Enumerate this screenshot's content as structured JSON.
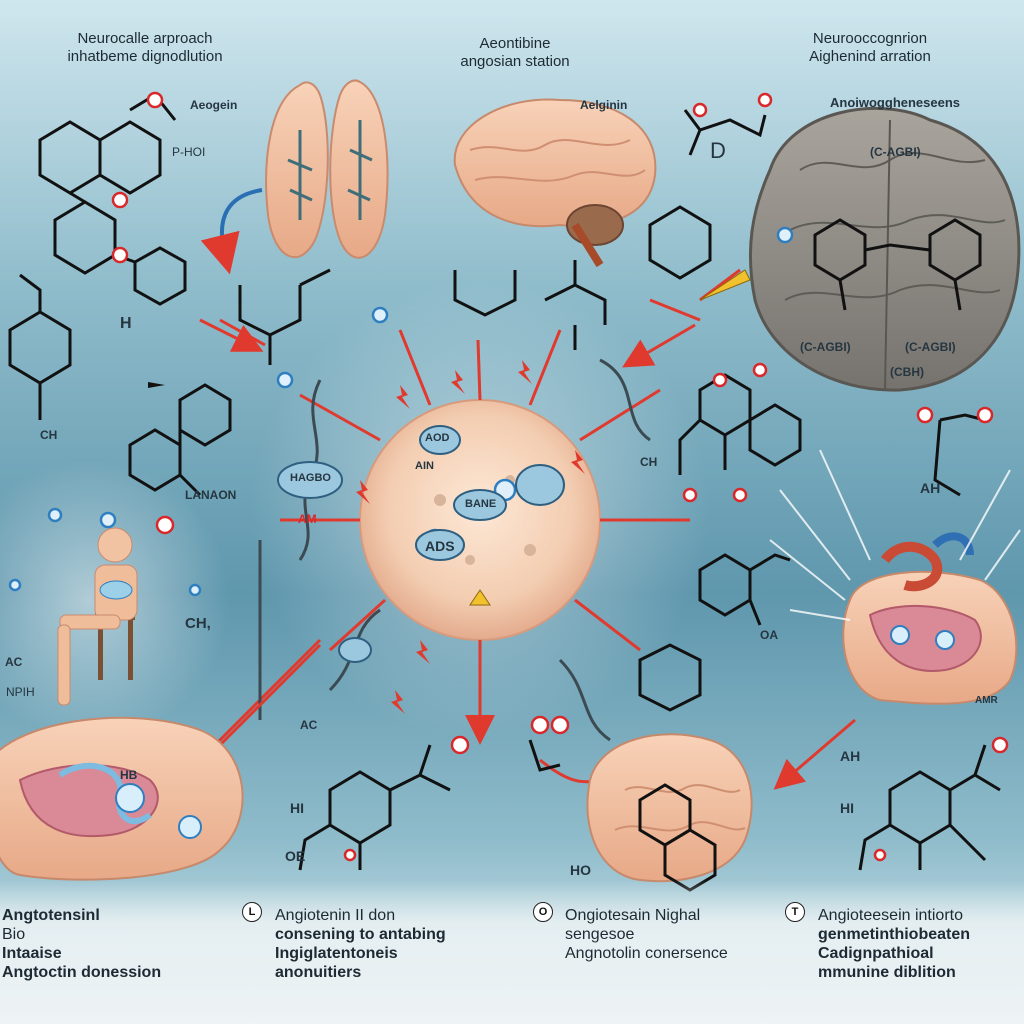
{
  "header": {
    "left_line1": "Neurocalle arproach",
    "left_line2": "inhatbeme dignodlution",
    "center_line1": "Aeontibine",
    "center_line2": "angosian station",
    "right_line1": "Neurooccognrion",
    "right_line2": "Aighenind arration"
  },
  "labels": {
    "aeogein": "Aeogein",
    "p_hol": "P-HOI",
    "aelginin": "Aelginin",
    "d_glyph": "D",
    "anglogennesesens": "Anoiwoggheneseens",
    "cabsi": "(C-AGBI)",
    "cabsi_low1": "(C-AGBI)",
    "cabsi_low2": "(C-AGBI)",
    "cbh_low": "(CBH)",
    "lanaen": "LANAON",
    "ch_left": "CH",
    "ch_center": "CH",
    "ch_lower": "CH,",
    "npih": "NPIH",
    "ac_left": "AC",
    "ac_lower": "AC",
    "amr": "AMR",
    "hb": "HB",
    "hi_left": "HI",
    "hi_right": "HI",
    "ho": "HO",
    "oe": "OE",
    "ah_right": "AH",
    "ai_right": "AH",
    "oa": "OA",
    "h_left": "H",
    "hao": "HAGBO",
    "am": "AM",
    "ane": "BANE",
    "ads": "ADS",
    "ain": "AIN",
    "aod": "AOD"
  },
  "captions": [
    {
      "marker": "",
      "lines": [
        "Angtotensinl",
        "Bio",
        "Intaaise",
        "Angtoctin donession"
      ]
    },
    {
      "marker": "L",
      "lines": [
        "Angiotenin II don",
        "consening to antabing",
        "Ingiglatentoneis",
        "anonuitiers"
      ]
    },
    {
      "marker": "O",
      "lines": [
        "Ongiotesain Nighal",
        "sengesoe",
        "Angnotolin conersence"
      ]
    },
    {
      "marker": "T",
      "lines": [
        "Angioteesein intiorto",
        "genmetinthiobeaten",
        "Cadignpathioal",
        "mmunine diblition"
      ]
    }
  ],
  "colors": {
    "bg_top": "#cfe6ee",
    "bg_mid": "#5f97ad",
    "arrow_red": "#e03a2f",
    "organ_skin": "#f1c4a6",
    "brain_grey": "#8c8a86",
    "molecule_blue": "#2f7fc0",
    "atom_red": "#d8282a"
  }
}
